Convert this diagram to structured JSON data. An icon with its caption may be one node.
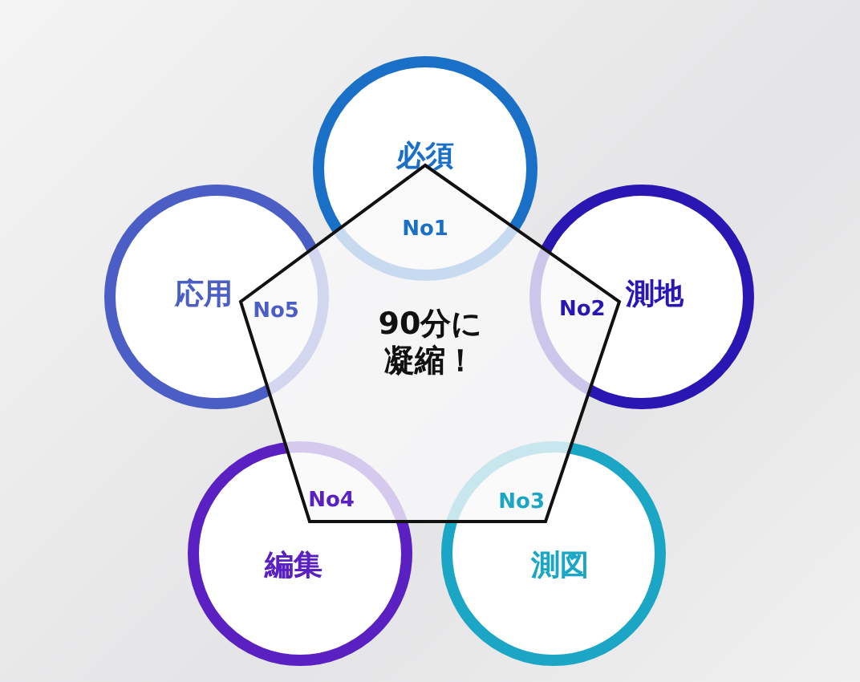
{
  "diagram": {
    "nodes": [
      {
        "text": [
          "必須",
          "No1"
        ]
      },
      {
        "text": [
          "応用",
          "No5"
        ]
      },
      {
        "text": [
          "測地",
          "No2"
        ]
      },
      {
        "text": [
          "90分に凝縮！"
        ]
      },
      {
        "text": [
          "No4",
          "編集"
        ]
      },
      {
        "text": [
          "No3",
          "測図"
        ]
      }
    ],
    "edges": []
  }
}
